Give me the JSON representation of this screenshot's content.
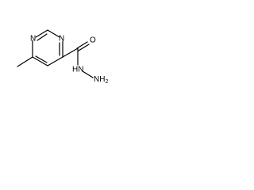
{
  "molecule": {
    "atoms": {
      "n1": "N",
      "n2": "N",
      "o": "O",
      "hn": "HN",
      "nh2": "NH",
      "nh2_sub": "2"
    }
  }
}
